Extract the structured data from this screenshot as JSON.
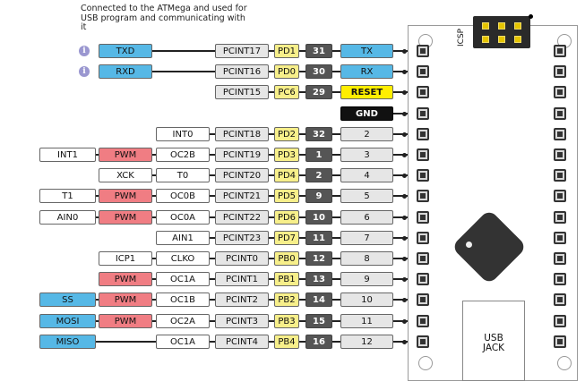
{
  "note": "Connected to the ATMega and used for USB program and communicating with it",
  "board": {
    "icsp_label": "ICSP",
    "usb_line1": "USB",
    "usb_line2": "JACK"
  },
  "rows": [
    {
      "pcint": "PCINT17",
      "port": "PD1",
      "num": "31",
      "pin": "TX",
      "pin_style": "blue",
      "ext": "TXD",
      "ext_style": "blue",
      "info": "i"
    },
    {
      "pcint": "PCINT16",
      "port": "PD0",
      "num": "30",
      "pin": "RX",
      "pin_style": "blue",
      "ext": "RXD",
      "ext_style": "blue",
      "info": "i"
    },
    {
      "pcint": "PCINT15",
      "port": "PC6",
      "num": "29",
      "pin": "RESET",
      "pin_style": "reset"
    },
    {
      "pin": "GND",
      "pin_style": "gnd"
    },
    {
      "c1": "INT0",
      "pcint": "PCINT18",
      "port": "PD2",
      "num": "32",
      "pin": "2"
    },
    {
      "c0": "INT1",
      "pwm": "PWM",
      "c1": "OC2B",
      "pcint": "PCINT19",
      "port": "PD3",
      "num": "1",
      "pin": "3"
    },
    {
      "c0b": "XCK",
      "c1": "T0",
      "pcint": "PCINT20",
      "port": "PD4",
      "num": "2",
      "pin": "4"
    },
    {
      "c0": "T1",
      "pwm": "PWM",
      "c1": "OC0B",
      "pcint": "PCINT21",
      "port": "PD5",
      "num": "9",
      "pin": "5"
    },
    {
      "c0": "AIN0",
      "pwm": "PWM",
      "c1": "OC0A",
      "pcint": "PCINT22",
      "port": "PD6",
      "num": "10",
      "pin": "6"
    },
    {
      "c1": "AIN1",
      "pcint": "PCINT23",
      "port": "PD7",
      "num": "11",
      "pin": "7"
    },
    {
      "c0b": "ICP1",
      "c1": "CLKO",
      "pcint": "PCINT0",
      "port": "PB0",
      "num": "12",
      "pin": "8"
    },
    {
      "pwm": "PWM",
      "c1": "OC1A",
      "pcint": "PCINT1",
      "port": "PB1",
      "num": "13",
      "pin": "9"
    },
    {
      "ext": "SS",
      "ext_style": "blue",
      "pwm": "PWM",
      "c1": "OC1B",
      "pcint": "PCINT2",
      "port": "PB2",
      "num": "14",
      "pin": "10"
    },
    {
      "ext": "MOSI",
      "ext_style": "blue",
      "pwm": "PWM",
      "c1": "OC2A",
      "pcint": "PCINT3",
      "port": "PB3",
      "num": "15",
      "pin": "11"
    },
    {
      "ext": "MISO",
      "ext_style": "blue",
      "c1": "OC1A",
      "pcint": "PCINT4",
      "port": "PB4",
      "num": "16",
      "pin": "12"
    }
  ]
}
